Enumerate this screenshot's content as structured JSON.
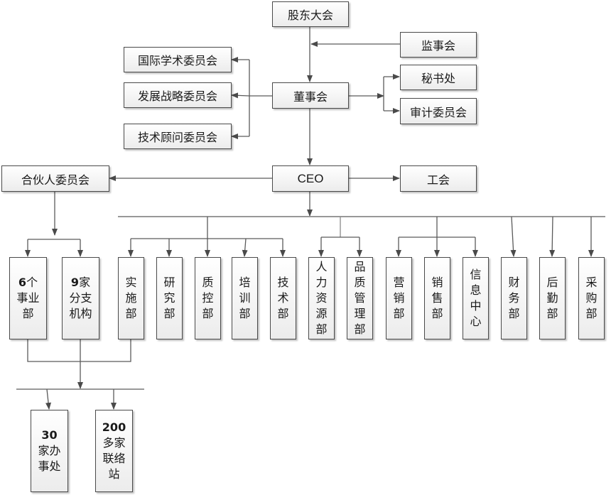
{
  "chart_title": "",
  "top": {
    "shareholders": "股东大会",
    "supervisors": "监事会",
    "board": "董事会",
    "secretariat": "秘书处",
    "audit": "审计委员会",
    "intl_academic": "国际学术委员会",
    "dev_strategy": "发展战略委员会",
    "tech_advisory": "技术顾问委员会",
    "partners": "合伙人委员会",
    "ceo": "CEO",
    "union": "工会"
  },
  "partner_units": [
    {
      "num": "6",
      "text": "个事业部"
    },
    {
      "num": "9",
      "text": "家分支机构"
    }
  ],
  "departments": [
    "实施部",
    "研究部",
    "质控部",
    "培训部",
    "技术部",
    "人力资源部",
    "品质管理部",
    "营销部",
    "销售部",
    "信息中心",
    "财务部",
    "后勤部",
    "采购部"
  ],
  "branches": [
    {
      "num": "30",
      "text": "家办事处"
    },
    {
      "num": "200",
      "text": "多家联络站"
    }
  ],
  "colors": {
    "line": "#555555",
    "box_border": "#4a4a4a",
    "box_fill_top": "#ffffff",
    "box_fill_bottom": "#ececec"
  }
}
